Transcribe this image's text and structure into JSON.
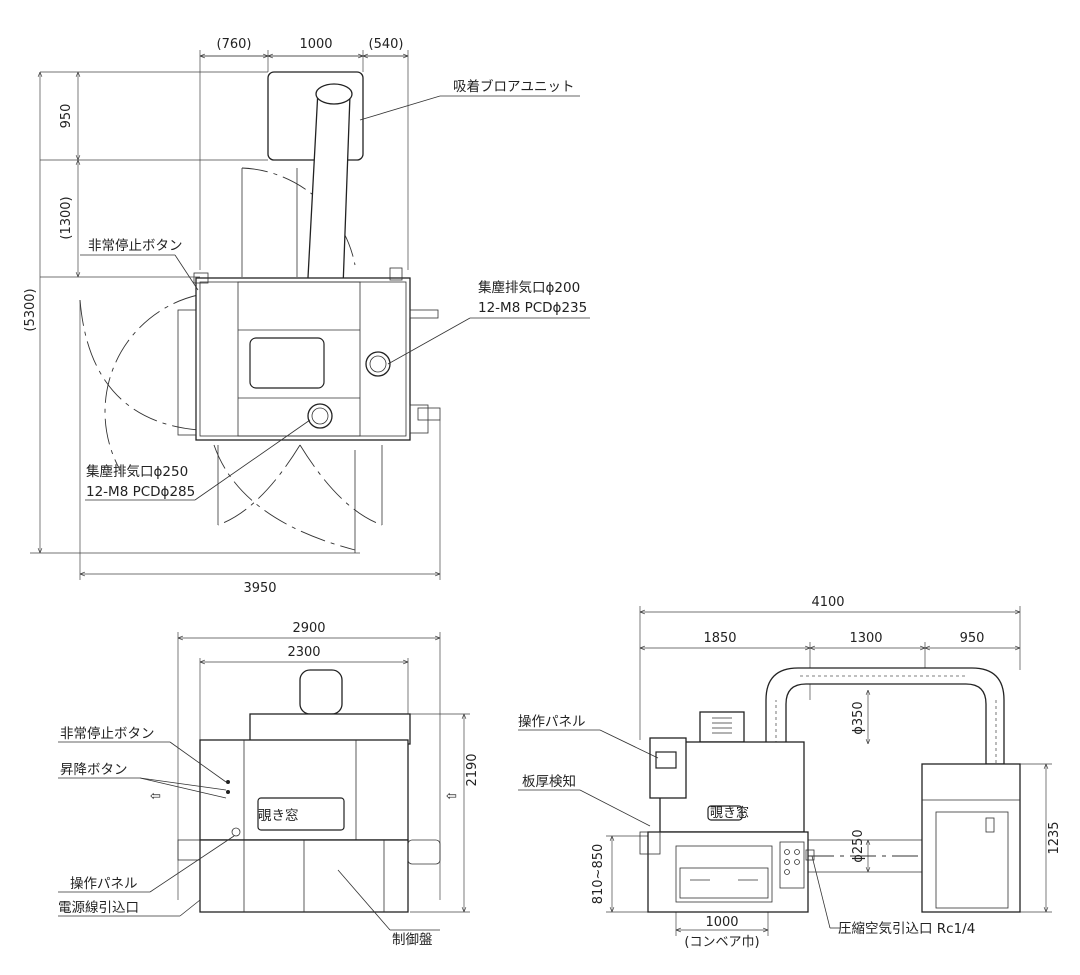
{
  "top_view": {
    "dims_top": [
      "(760)",
      "1000",
      "(540)"
    ],
    "dim_950": "950",
    "dim_1300": "(1300)",
    "dim_5300": "(5300)",
    "dim_3950": "3950",
    "label_blower": "吸着ブロアユニット",
    "label_estop": "非常停止ボタン",
    "label_duct200_line1": "集塵排気口ϕ200",
    "label_duct200_line2": "12-M8 PCDϕ235",
    "label_duct250_line1": "集塵排気口ϕ250",
    "label_duct250_line2": "12-M8 PCDϕ285"
  },
  "front_view": {
    "dim_2900": "2900",
    "dim_2300": "2300",
    "dim_2190": "2190",
    "window_label": "覗き窓",
    "label_estop": "非常停止ボタン",
    "label_updown": "昇降ボタン",
    "label_panel": "操作パネル",
    "label_power": "電源線引込口",
    "label_control": "制御盤",
    "arrow_left": "⇦",
    "arrow_right": "⇦"
  },
  "side_view": {
    "dim_4100": "4100",
    "dim_1850": "1850",
    "dim_1300": "1300",
    "dim_950": "950",
    "dim_phi350": "ϕ350",
    "dim_phi250": "ϕ250",
    "dim_1235": "1235",
    "dim_810_850": "810~850",
    "dim_1000": "1000",
    "dim_conveyor": "(コンベア巾)",
    "window_label": "覗き窓",
    "label_panel": "操作パネル",
    "label_thickness": "板厚検知",
    "label_air": "圧縮空気引込口 Rc1/4"
  }
}
